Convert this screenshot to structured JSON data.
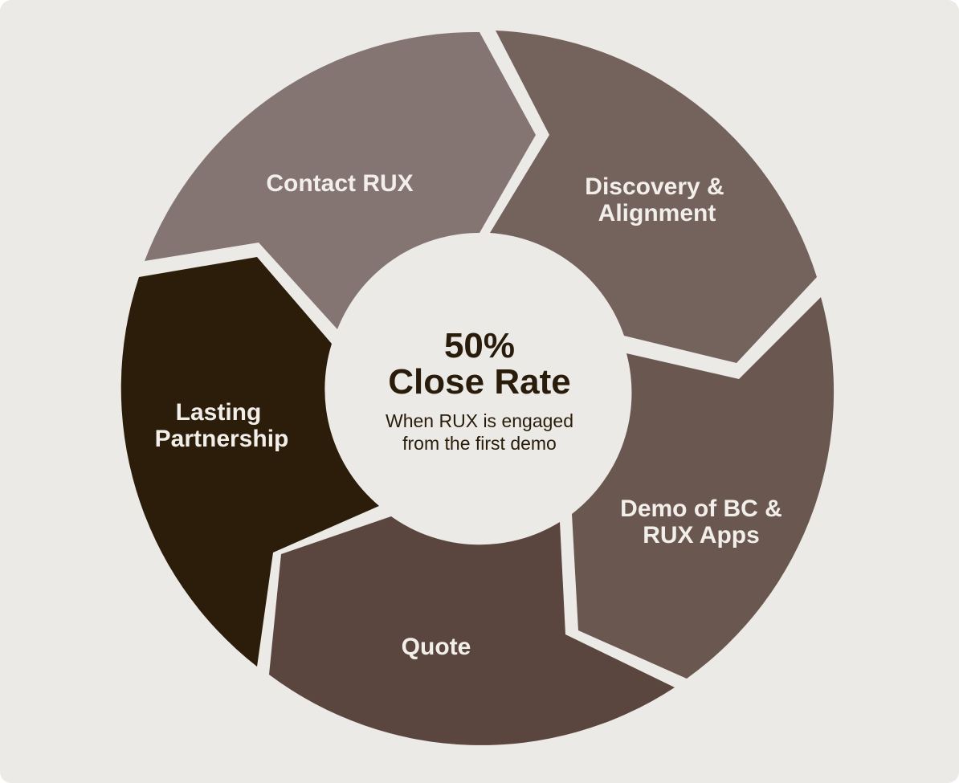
{
  "colors": {
    "background": "#eceae6",
    "center_fill": "#eceae6",
    "label_text": "#f2efea",
    "center_text": "#2a1c0b",
    "contact": "#847572",
    "discovery": "#74625c",
    "demo": "#6a5750",
    "quote": "#5a463e",
    "lasting": "#2b1d09"
  },
  "segments": {
    "contact": {
      "line1": "Contact RUX"
    },
    "discovery": {
      "line1": "Discovery &",
      "line2": "Alignment"
    },
    "demo": {
      "line1": "Demo of BC &",
      "line2": "RUX Apps"
    },
    "quote": {
      "line1": "Quote"
    },
    "lasting": {
      "line1": "Lasting",
      "line2": "Partnership"
    }
  },
  "center": {
    "stat": "50%",
    "title": "Close Rate",
    "subtitle_line1": "When RUX is engaged",
    "subtitle_line2": "from the first demo"
  }
}
